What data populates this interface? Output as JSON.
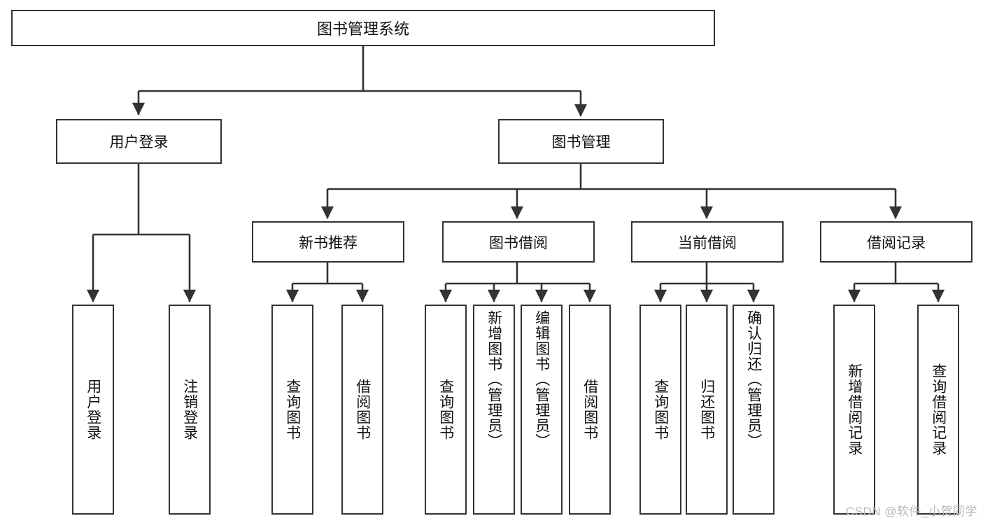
{
  "diagram": {
    "title": "图书管理系统",
    "root": {
      "id": "root",
      "label": "图书管理系统"
    },
    "level2": [
      {
        "id": "user-login",
        "label": "用户登录"
      },
      {
        "id": "book-management",
        "label": "图书管理"
      }
    ],
    "level3": [
      {
        "id": "new-book-recommend",
        "label": "新书推荐",
        "parent": "book-management"
      },
      {
        "id": "book-borrow",
        "label": "图书借阅",
        "parent": "book-management"
      },
      {
        "id": "current-borrow",
        "label": "当前借阅",
        "parent": "book-management"
      },
      {
        "id": "borrow-record",
        "label": "借阅记录",
        "parent": "book-management"
      }
    ],
    "leaves": [
      {
        "id": "leaf-user-login",
        "label": "用户登录",
        "parent": "user-login"
      },
      {
        "id": "leaf-logout-login",
        "label": "注销登录",
        "parent": "user-login"
      },
      {
        "id": "leaf-query-book-1",
        "label": "查询图书",
        "parent": "new-book-recommend"
      },
      {
        "id": "leaf-borrow-book-1",
        "label": "借阅图书",
        "parent": "new-book-recommend"
      },
      {
        "id": "leaf-query-book-2",
        "label": "查询图书",
        "parent": "book-borrow"
      },
      {
        "id": "leaf-add-book",
        "label": "新增图书（管理员）",
        "parent": "book-borrow"
      },
      {
        "id": "leaf-edit-book",
        "label": "编辑图书（管理员）",
        "parent": "book-borrow"
      },
      {
        "id": "leaf-borrow-book-2",
        "label": "借阅图书",
        "parent": "book-borrow"
      },
      {
        "id": "leaf-query-book-3",
        "label": "查询图书",
        "parent": "current-borrow"
      },
      {
        "id": "leaf-return-book",
        "label": "归还图书",
        "parent": "current-borrow"
      },
      {
        "id": "leaf-confirm-return",
        "label": "确认归还（管理员）",
        "parent": "current-borrow"
      },
      {
        "id": "leaf-add-record",
        "label": "新增借阅记录",
        "parent": "borrow-record"
      },
      {
        "id": "leaf-query-record",
        "label": "查询借阅记录",
        "parent": "borrow-record"
      }
    ],
    "colors": {
      "node_border": "#33332f",
      "node_fill": "#ffffff",
      "edge": "#33332f",
      "text": "#111111",
      "watermark": "#b9b9b9"
    }
  },
  "watermark": {
    "text": "CSDN @软件_小贺同学"
  }
}
